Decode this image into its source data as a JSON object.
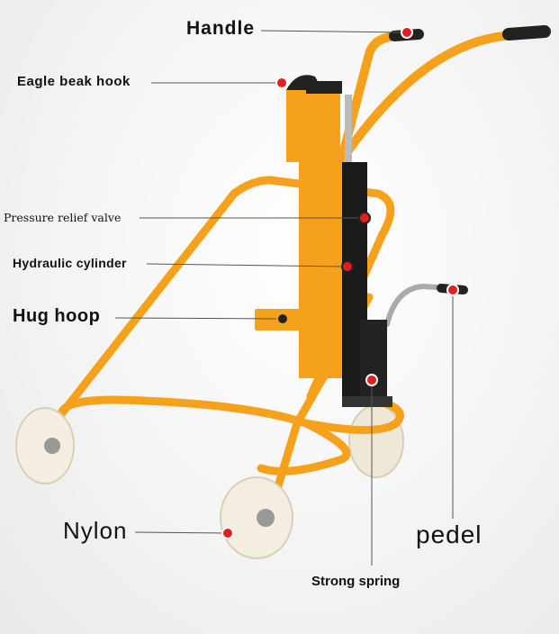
{
  "labels": {
    "handle": "Handle",
    "eagle_beak_hook": "Eagle beak hook",
    "pressure_relief_valve": "Pressure relief valve",
    "hydraulic_cylinder": "Hydraulic cylinder",
    "hug_hoop": "Hug hoop",
    "nylon": "Nylon",
    "pedel": "pedel",
    "strong_spring": "Strong spring"
  },
  "colors": {
    "frame": "#f5a11c",
    "frame_dark": "#d9820a",
    "marker": "#e0201c",
    "wheel": "#f4eee0"
  }
}
